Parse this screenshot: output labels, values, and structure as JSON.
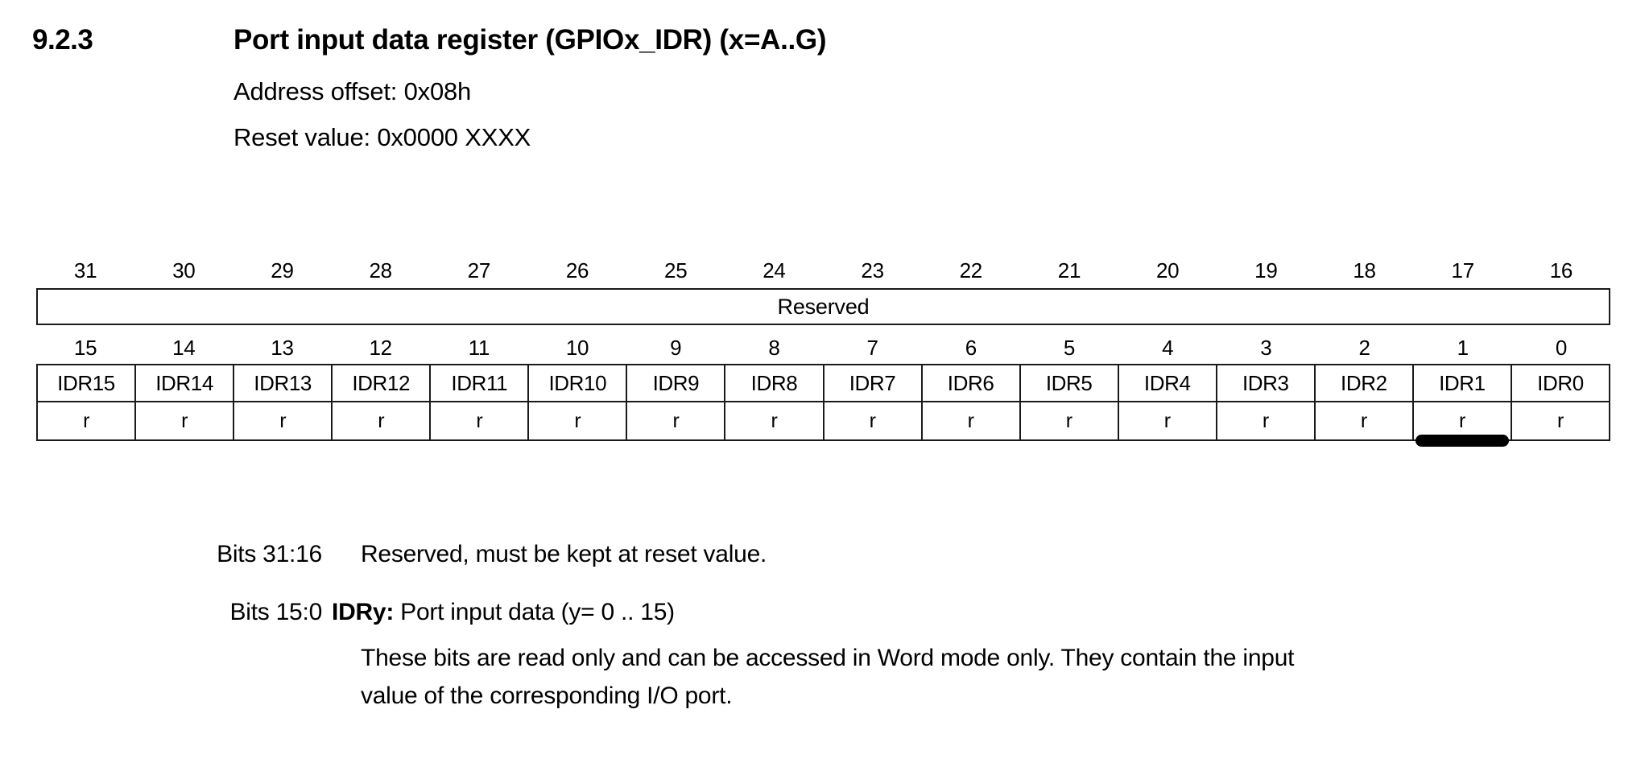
{
  "section": {
    "number": "9.2.3",
    "title": "Port input data register (GPIOx_IDR) (x=A..G)"
  },
  "meta": {
    "address_offset": "Address offset: 0x08h",
    "reset_value": "Reset value: 0x0000 XXXX"
  },
  "register": {
    "high_bits": [
      "31",
      "30",
      "29",
      "28",
      "27",
      "26",
      "25",
      "24",
      "23",
      "22",
      "21",
      "20",
      "19",
      "18",
      "17",
      "16"
    ],
    "high_field_label": "Reserved",
    "low_bits": [
      "15",
      "14",
      "13",
      "12",
      "11",
      "10",
      "9",
      "8",
      "7",
      "6",
      "5",
      "4",
      "3",
      "2",
      "1",
      "0"
    ],
    "low_fields": [
      "IDR15",
      "IDR14",
      "IDR13",
      "IDR12",
      "IDR11",
      "IDR10",
      "IDR9",
      "IDR8",
      "IDR7",
      "IDR6",
      "IDR5",
      "IDR4",
      "IDR3",
      "IDR2",
      "IDR1",
      "IDR0"
    ],
    "low_access": [
      "r",
      "r",
      "r",
      "r",
      "r",
      "r",
      "r",
      "r",
      "r",
      "r",
      "r",
      "r",
      "r",
      "r",
      "r",
      "r"
    ],
    "annotation": {
      "target_field": "IDR1",
      "target_bit": "1",
      "color": "#000000"
    }
  },
  "descriptions": {
    "reserved": {
      "bits_label": "Bits 31:16",
      "text": "Reserved, must be kept at reset value."
    },
    "idry": {
      "bits_label": "Bits 15:0",
      "name": "IDRy:",
      "summary": " Port input data (y= 0 .. 15)",
      "detail_line1": "These bits are read only and can be accessed in Word mode only. They contain the input",
      "detail_line2": "value of the corresponding I/O port."
    }
  }
}
